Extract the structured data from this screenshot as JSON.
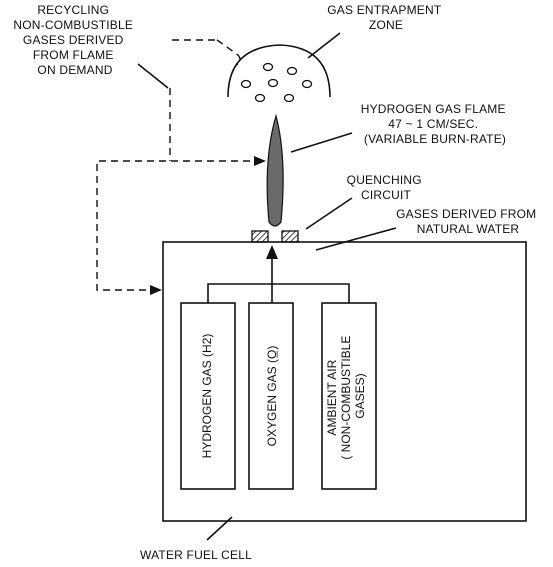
{
  "labels": {
    "recycling": [
      "RECYCLING",
      "NON-COMBUSTIBLE",
      "GASES DERIVED",
      "FROM FLAME",
      "ON DEMAND"
    ],
    "entrapment": [
      "GAS ENTRAPMENT",
      "ZONE"
    ],
    "flame": [
      "HYDROGEN GAS FLAME",
      "47 ~ 1 CM/SEC.",
      "(VARIABLE BURN-RATE)"
    ],
    "quenching": [
      "QUENCHING",
      "CIRCUIT"
    ],
    "gases_derived": [
      "GASES DERIVED FROM",
      "NATURAL WATER"
    ],
    "water_fuel_cell": "WATER FUEL CELL"
  },
  "chambers": [
    {
      "lines": [
        "HYDROGEN GAS  (H2)"
      ]
    },
    {
      "lines": [
        "OXYGEN GAS (O̲)"
      ]
    },
    {
      "lines": [
        "AMBIENT AIR",
        "( NON-COMBUSTIBLE",
        "GASES)"
      ]
    }
  ]
}
